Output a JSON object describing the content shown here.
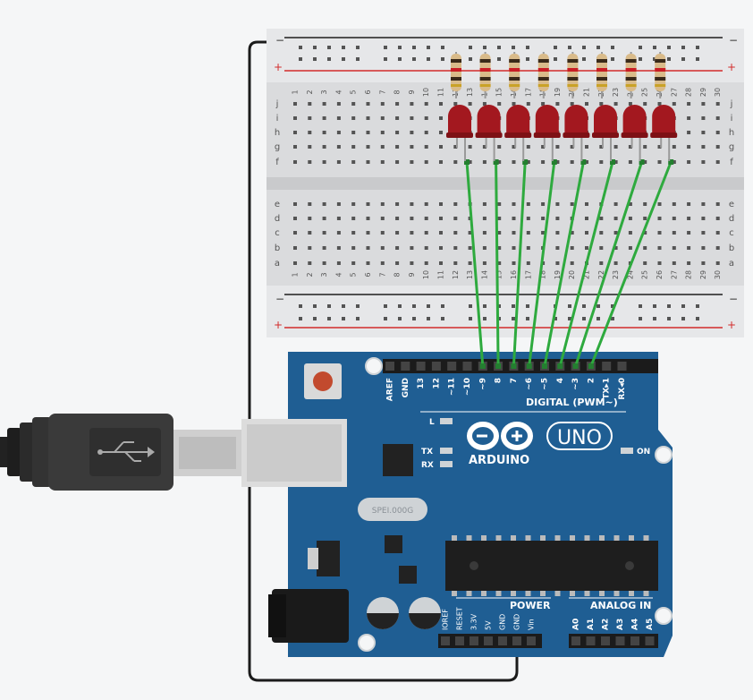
{
  "breadboard": {
    "rail_minus": "−",
    "rail_plus": "+",
    "top_rows": [
      "j",
      "i",
      "h",
      "g",
      "f"
    ],
    "bottom_rows": [
      "e",
      "d",
      "c",
      "b",
      "a"
    ],
    "columns": [
      "1",
      "2",
      "3",
      "4",
      "5",
      "6",
      "7",
      "8",
      "9",
      "10",
      "11",
      "12",
      "13",
      "14",
      "15",
      "16",
      "17",
      "18",
      "19",
      "20",
      "21",
      "22",
      "23",
      "24",
      "25",
      "26",
      "27",
      "28",
      "29",
      "30"
    ],
    "led_count": 8,
    "led_color": "#a3181f",
    "resistor_color": "#d9bb8a",
    "wire_color": "#2eaa3e"
  },
  "arduino": {
    "board_color": "#1f5e93",
    "brand": "ARDUINO",
    "model": "UNO",
    "digital_label": "DIGITAL (PWM~)",
    "digital_pins": [
      "AREF",
      "GND",
      "13",
      "12",
      "~11",
      "~10",
      "~9",
      "8",
      "7",
      "~6",
      "~5",
      "4",
      "~3",
      "2",
      "TX▸1",
      "RX◂0"
    ],
    "power_label": "POWER",
    "power_pins": [
      "IOREF",
      "RESET",
      "3.3V",
      "5V",
      "GND",
      "GND",
      "Vin"
    ],
    "analog_label": "ANALOG IN",
    "analog_pins": [
      "A0",
      "A1",
      "A2",
      "A3",
      "A4",
      "A5"
    ],
    "led_labels": {
      "l": "L",
      "tx": "TX",
      "rx": "RX",
      "on": "ON"
    },
    "crystal": "SPEI.000G"
  }
}
